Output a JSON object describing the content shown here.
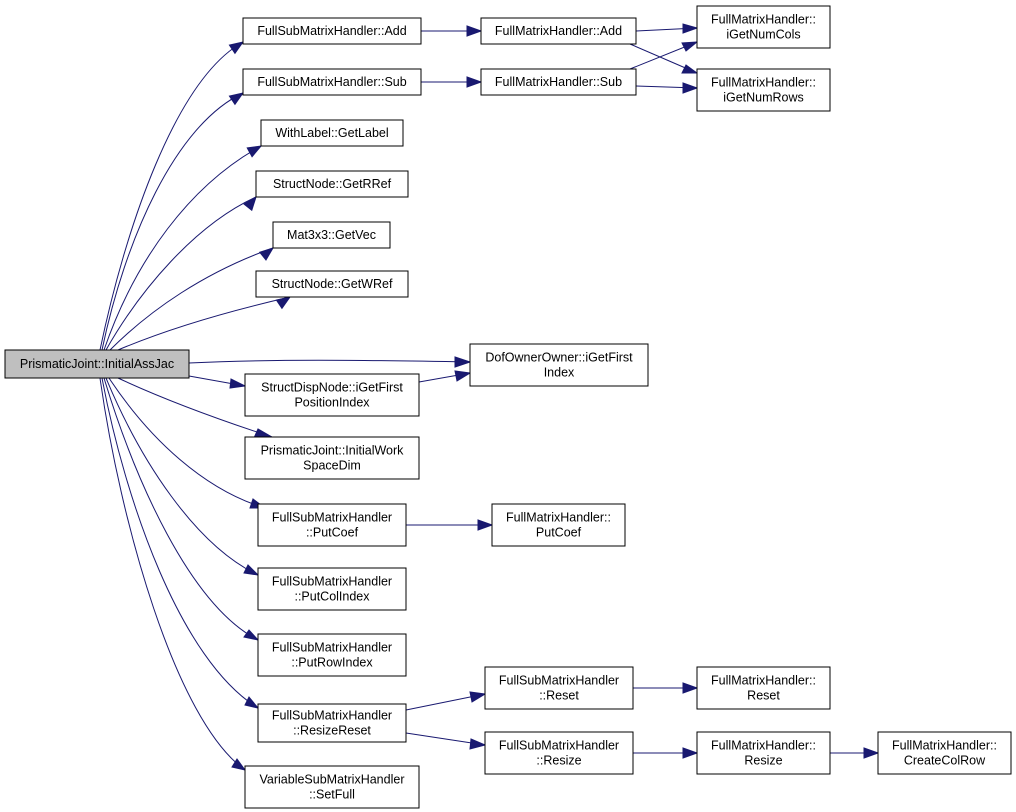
{
  "colors": {
    "node_fill": "#ffffff",
    "root_fill": "#bfbfbf",
    "node_border": "#000000",
    "edge": "#191970"
  },
  "nodes": [
    {
      "id": "root",
      "lines": [
        "PrismaticJoint::InitialAssJac"
      ],
      "root": true
    },
    {
      "id": "fsm_add",
      "lines": [
        "FullSubMatrixHandler::Add"
      ]
    },
    {
      "id": "fsm_sub",
      "lines": [
        "FullSubMatrixHandler::Sub"
      ]
    },
    {
      "id": "getlabel",
      "lines": [
        "WithLabel::GetLabel"
      ]
    },
    {
      "id": "getrref",
      "lines": [
        "StructNode::GetRRef"
      ]
    },
    {
      "id": "getvec",
      "lines": [
        "Mat3x3::GetVec"
      ]
    },
    {
      "id": "getwref",
      "lines": [
        "StructNode::GetWRef"
      ]
    },
    {
      "id": "dofown",
      "lines": [
        "DofOwnerOwner::iGetFirst",
        "Index"
      ]
    },
    {
      "id": "sdn",
      "lines": [
        "StructDispNode::iGetFirst",
        "PositionIndex"
      ]
    },
    {
      "id": "iwsd",
      "lines": [
        "PrismaticJoint::InitialWork",
        "SpaceDim"
      ]
    },
    {
      "id": "fsm_putcoef",
      "lines": [
        "FullSubMatrixHandler",
        "::PutCoef"
      ]
    },
    {
      "id": "fmh_putcoef",
      "lines": [
        "FullMatrixHandler::",
        "PutCoef"
      ]
    },
    {
      "id": "putcolindex",
      "lines": [
        "FullSubMatrixHandler",
        "::PutColIndex"
      ]
    },
    {
      "id": "putrowindex",
      "lines": [
        "FullSubMatrixHandler",
        "::PutRowIndex"
      ]
    },
    {
      "id": "resizereset",
      "lines": [
        "FullSubMatrixHandler",
        "::ResizeReset"
      ]
    },
    {
      "id": "fsm_reset",
      "lines": [
        "FullSubMatrixHandler",
        "::Reset"
      ]
    },
    {
      "id": "fsm_resize",
      "lines": [
        "FullSubMatrixHandler",
        "::Resize"
      ]
    },
    {
      "id": "fmh_reset",
      "lines": [
        "FullMatrixHandler::",
        "Reset"
      ]
    },
    {
      "id": "fmh_resize",
      "lines": [
        "FullMatrixHandler::",
        "Resize"
      ]
    },
    {
      "id": "createcolrow",
      "lines": [
        "FullMatrixHandler::",
        "CreateColRow"
      ]
    },
    {
      "id": "setfull",
      "lines": [
        "VariableSubMatrixHandler",
        "::SetFull"
      ]
    },
    {
      "id": "fmh_add",
      "lines": [
        "FullMatrixHandler::Add"
      ]
    },
    {
      "id": "fmh_sub",
      "lines": [
        "FullMatrixHandler::Sub"
      ]
    },
    {
      "id": "numcols",
      "lines": [
        "FullMatrixHandler::",
        "iGetNumCols"
      ]
    },
    {
      "id": "numrows",
      "lines": [
        "FullMatrixHandler::",
        "iGetNumRows"
      ]
    }
  ],
  "edges": [
    {
      "from": "root",
      "to": "fsm_add"
    },
    {
      "from": "root",
      "to": "fsm_sub"
    },
    {
      "from": "root",
      "to": "getlabel"
    },
    {
      "from": "root",
      "to": "getrref"
    },
    {
      "from": "root",
      "to": "getvec"
    },
    {
      "from": "root",
      "to": "getwref"
    },
    {
      "from": "root",
      "to": "dofown"
    },
    {
      "from": "root",
      "to": "sdn"
    },
    {
      "from": "root",
      "to": "iwsd"
    },
    {
      "from": "root",
      "to": "fsm_putcoef"
    },
    {
      "from": "root",
      "to": "putcolindex"
    },
    {
      "from": "root",
      "to": "putrowindex"
    },
    {
      "from": "root",
      "to": "resizereset"
    },
    {
      "from": "root",
      "to": "setfull"
    },
    {
      "from": "fsm_add",
      "to": "fmh_add"
    },
    {
      "from": "fsm_sub",
      "to": "fmh_sub"
    },
    {
      "from": "fmh_add",
      "to": "numcols"
    },
    {
      "from": "fmh_add",
      "to": "numrows"
    },
    {
      "from": "fmh_sub",
      "to": "numcols"
    },
    {
      "from": "fmh_sub",
      "to": "numrows"
    },
    {
      "from": "sdn",
      "to": "dofown"
    },
    {
      "from": "fsm_putcoef",
      "to": "fmh_putcoef"
    },
    {
      "from": "resizereset",
      "to": "fsm_reset"
    },
    {
      "from": "resizereset",
      "to": "fsm_resize"
    },
    {
      "from": "fsm_reset",
      "to": "fmh_reset"
    },
    {
      "from": "fsm_resize",
      "to": "fmh_resize"
    },
    {
      "from": "fmh_resize",
      "to": "createcolrow"
    }
  ]
}
